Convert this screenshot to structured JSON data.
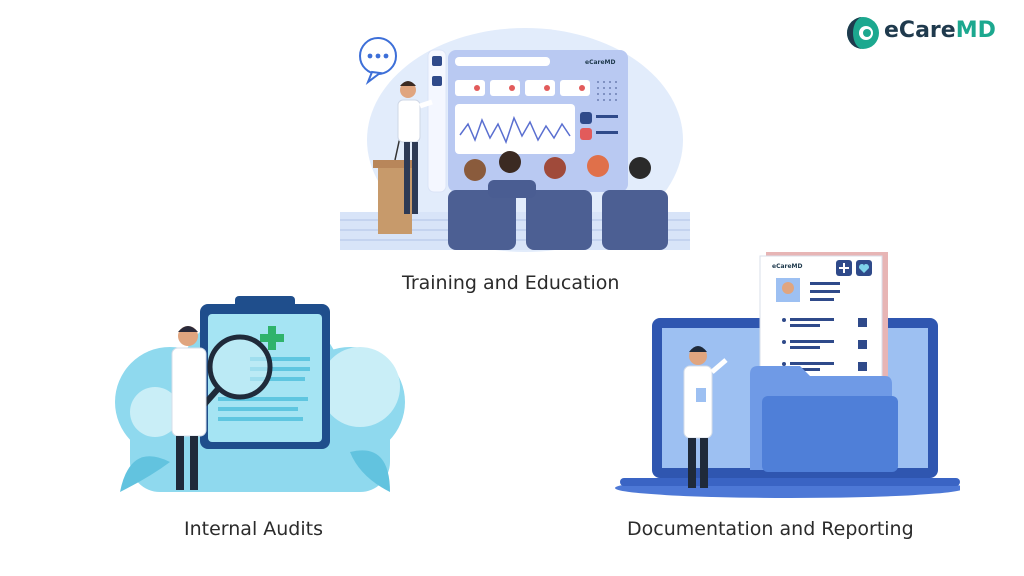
{
  "brand": {
    "name_main": "eCare",
    "name_suffix": "MD",
    "mini_logo": "eCareMD"
  },
  "sections": {
    "training": {
      "caption": "Training and Education"
    },
    "audits": {
      "caption": "Internal Audits"
    },
    "documentation": {
      "caption": "Documentation and Reporting"
    }
  },
  "colors": {
    "brand_dark": "#1f3a4d",
    "brand_green": "#1ca88f",
    "navy": "#2f4a8a",
    "light_blue": "#cfe3fb",
    "cyan": "#7fd3ea"
  },
  "icons": [
    "speech-bubble-icon",
    "magnifier-icon",
    "plus-icon",
    "heart-icon",
    "folder-icon",
    "checkbox-icon"
  ]
}
